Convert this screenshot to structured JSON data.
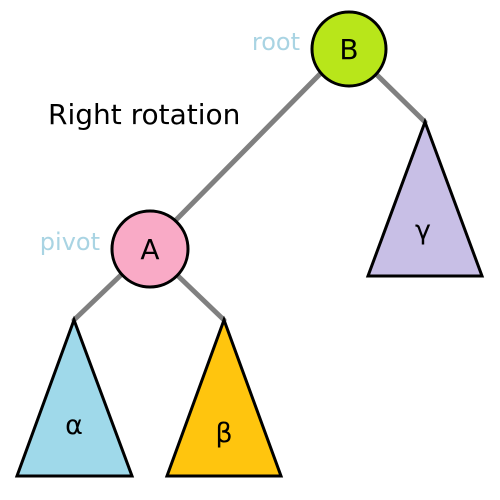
{
  "title": "Right rotation",
  "labels": {
    "root": "root",
    "pivot": "pivot"
  },
  "nodes": {
    "B": {
      "label": "B",
      "fill": "#b8e61a"
    },
    "A": {
      "label": "A",
      "fill": "#f9aac6"
    }
  },
  "subtrees": {
    "alpha": {
      "label": "α",
      "fill": "#9fd9ea"
    },
    "beta": {
      "label": "β",
      "fill": "#ffc50e"
    },
    "gamma": {
      "label": "γ",
      "fill": "#c8bfe6"
    }
  },
  "colors": {
    "edge": "#808080",
    "outline": "#000000",
    "annotation": "#a9d4e3",
    "text": "#000000"
  }
}
